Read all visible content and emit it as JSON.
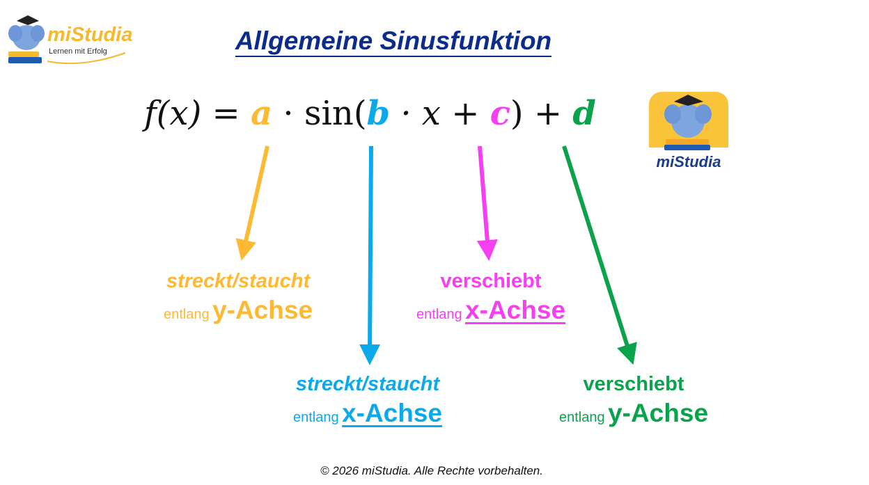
{
  "logo_left": {
    "brand": "miStudia",
    "tagline": "Lernen mit Erfolg"
  },
  "logo_right": {
    "brand": "miStudia"
  },
  "title": "Allgemeine Sinusfunktion",
  "formula": {
    "lhs": "f(x) = ",
    "a": "a",
    "sin_open": " · sin(",
    "b": "b",
    "x_part": " · x + ",
    "c": "c",
    "close_plus": ") + ",
    "d": "d"
  },
  "labels": {
    "a": {
      "line1": "streckt/staucht",
      "prefix": "entlang",
      "axis": "y-Achse"
    },
    "b": {
      "line1": "streckt/staucht",
      "prefix": "entlang",
      "axis": "x-Achse"
    },
    "c": {
      "line1": "verschiebt",
      "prefix": "entlang",
      "axis": "x-Achse"
    },
    "d": {
      "line1": "verschiebt",
      "prefix": "entlang",
      "axis": "y-Achse"
    }
  },
  "colors": {
    "a": "#FDB933",
    "b": "#0BA9EA",
    "c": "#F53FF0",
    "d": "#0BA24C",
    "title": "#0B2C8C"
  },
  "footer": "© 2026 miStudia. Alle Rechte vorbehalten."
}
